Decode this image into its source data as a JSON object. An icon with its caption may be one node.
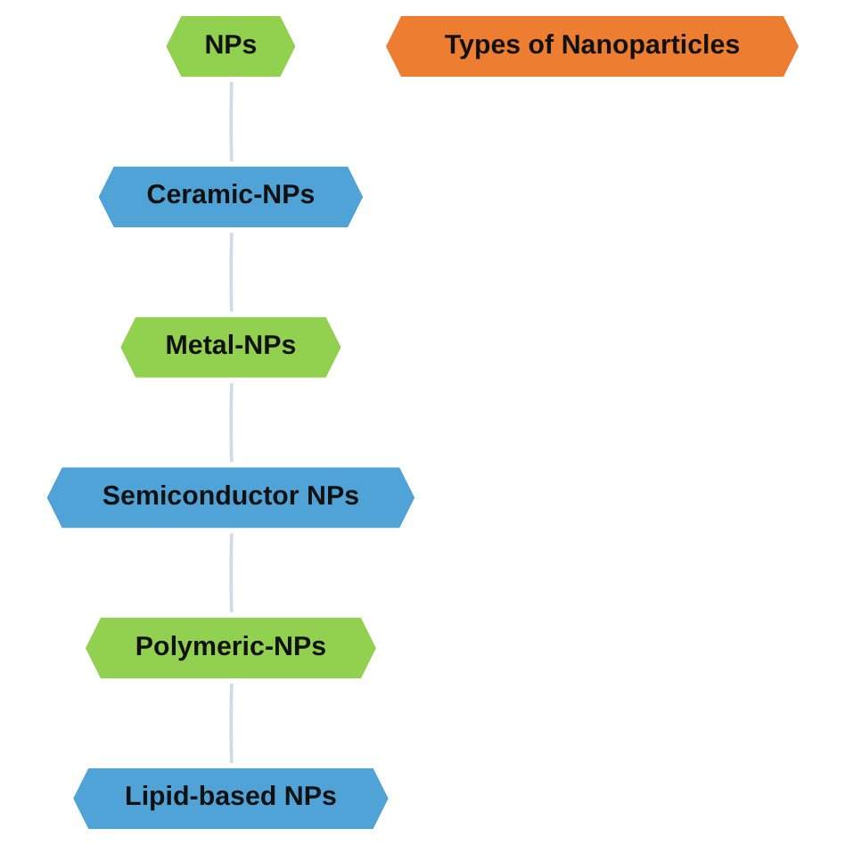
{
  "diagram": {
    "nodes": [
      {
        "text": [
          "NPs"
        ]
      },
      {
        "text": [
          "Lipid-based NPs"
        ]
      },
      {
        "text": [
          "Ceramic-NPs"
        ]
      },
      {
        "text": [
          "Types of Nanoparticles"
        ]
      },
      {
        "text": [
          "Polymeric-NPs"
        ]
      },
      {
        "text": [
          "Metal-NPs"
        ]
      },
      {
        "text": [
          "Semiconductor NPs"
        ]
      }
    ],
    "edges": [
      {
        "from": 0,
        "to": 2,
        "arrow": "none",
        "color": "#d3dbea"
      },
      {
        "from": 2,
        "to": 5,
        "arrow": "none",
        "color": "#d3dbea"
      },
      {
        "from": 5,
        "to": 6,
        "arrow": "none",
        "color": "#d3dbea"
      },
      {
        "from": 6,
        "to": 4,
        "arrow": "none",
        "color": "#d3dbea"
      },
      {
        "from": 4,
        "to": 1,
        "arrow": "none",
        "color": "#d3dbea"
      }
    ]
  }
}
